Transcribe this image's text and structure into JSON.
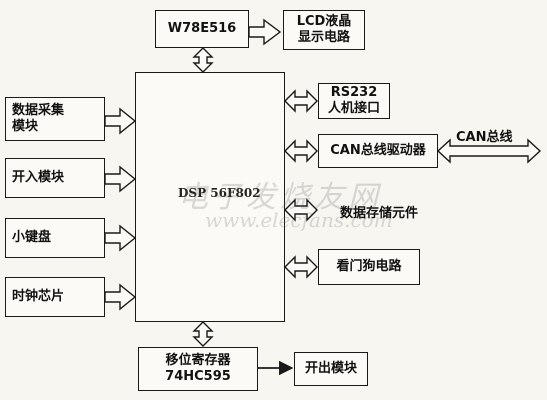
{
  "blocks": {
    "w78": {
      "line1": "W78E516"
    },
    "lcd": {
      "line1": "LCD液晶",
      "line2": "显示电路"
    },
    "data_acq": {
      "line1": "数据采集",
      "line2": "模块"
    },
    "input_mod": {
      "line1": "开入模块"
    },
    "keypad": {
      "line1": "小键盘"
    },
    "clock": {
      "line1": "时钟芯片"
    },
    "dsp": {
      "label": "DSP 56F802"
    },
    "rs232": {
      "line1": "RS232",
      "line2": "人机接口"
    },
    "can_driver": {
      "line1": "CAN总线驱动器"
    },
    "storage": {
      "label": "数据存储元件"
    },
    "watchdog": {
      "line1": "看门狗电路"
    },
    "shift_reg": {
      "line1": "移位寄存器",
      "line2": "74HC595"
    },
    "output_mod": {
      "line1": "开出模块"
    }
  },
  "bus": {
    "label": "CAN总线"
  },
  "watermark": {
    "cn": "电子发烧友网",
    "url": "www.elecfans.com"
  },
  "colors": {
    "line": "#1a1a1a",
    "background": "#f8f6f1"
  }
}
